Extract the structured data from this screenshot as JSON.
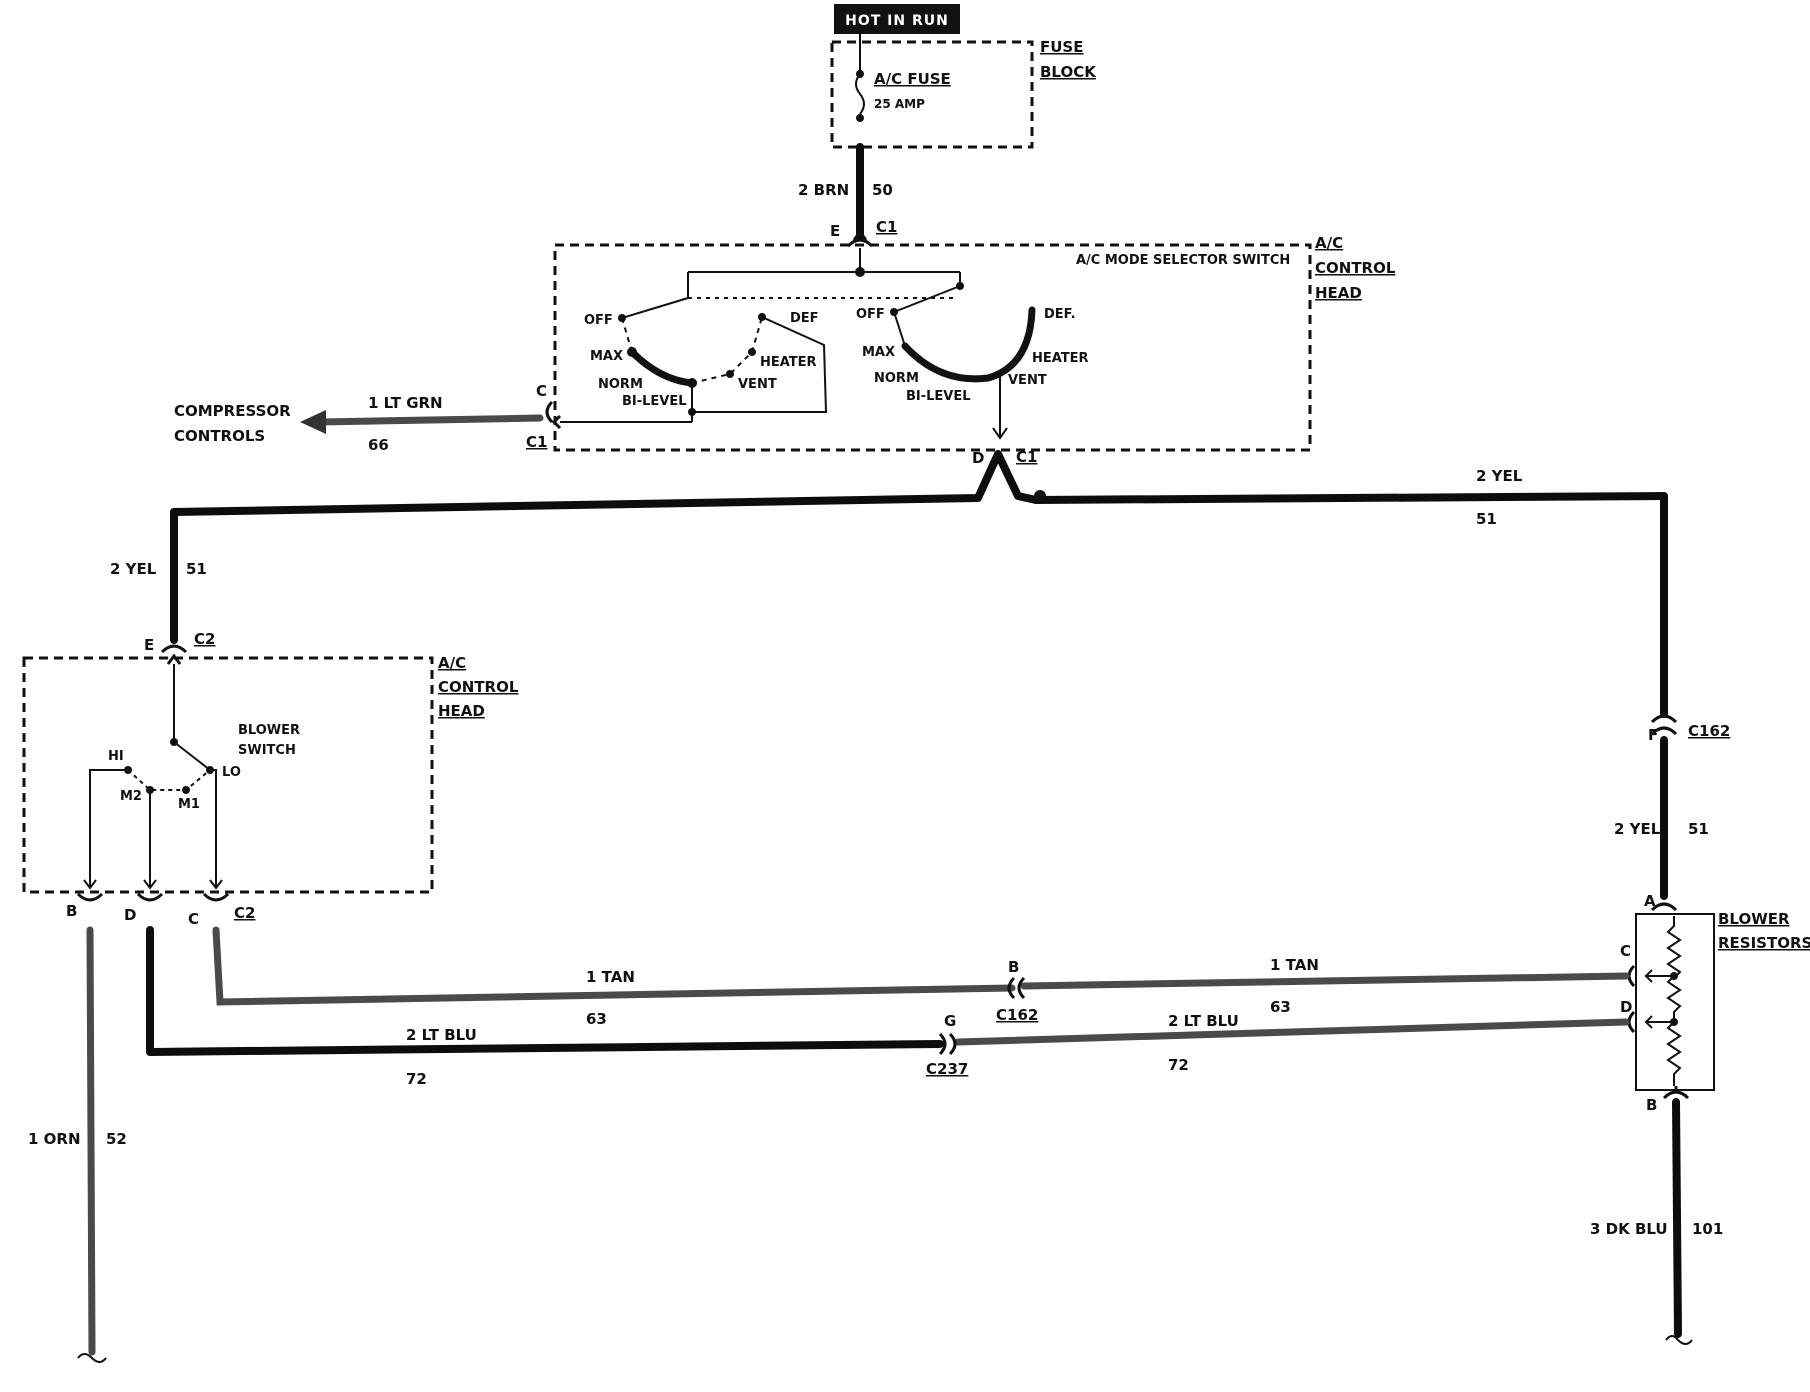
{
  "power": {
    "label": "HOT IN RUN"
  },
  "fuse_block": {
    "title_line1": "FUSE",
    "title_line2": "BLOCK",
    "fuse_name": "A/C FUSE",
    "fuse_rating": "25 AMP"
  },
  "feed_wire": {
    "size_color": "2 BRN",
    "circuit": "50",
    "pin": "E",
    "connector": "C1"
  },
  "mode_switch": {
    "title": "A/C MODE SELECTOR SWITCH",
    "head_line1": "A/C",
    "head_line2": "CONTROL",
    "head_line3": "HEAD",
    "left_positions": {
      "off": "OFF",
      "max": "MAX",
      "norm": "NORM",
      "bilevel": "BI-LEVEL",
      "vent": "VENT",
      "heater": "HEATER",
      "def": "DEF"
    },
    "right_positions": {
      "off": "OFF",
      "max": "MAX",
      "norm": "NORM",
      "bilevel": "BI-LEVEL",
      "vent": "VENT",
      "heater": "HEATER",
      "def": "DEF."
    },
    "out_pin": "C",
    "out_connector": "C1",
    "d_pin": "D",
    "d_connector": "C1"
  },
  "compressor": {
    "line1": "COMPRESSOR",
    "line2": "CONTROLS",
    "wire": "1 LT GRN",
    "circuit": "66"
  },
  "yel_top": {
    "size_color": "2 YEL",
    "circuit": "51"
  },
  "yel_left": {
    "size_color": "2 YEL",
    "circuit": "51"
  },
  "blower_head": {
    "head_line1": "A/C",
    "head_line2": "CONTROL",
    "head_line3": "HEAD",
    "switch_line1": "BLOWER",
    "switch_line2": "SWITCH",
    "hi": "HI",
    "m2": "M2",
    "m1": "M1",
    "lo": "LO",
    "in_pin": "E",
    "in_connector": "C2",
    "pin_b": "B",
    "pin_d": "D",
    "pin_c": "C",
    "out_connector": "C2"
  },
  "yel_right": {
    "connector_pin": "F",
    "connector": "C162",
    "size_color": "2 YEL",
    "circuit": "51"
  },
  "blower_resistors": {
    "line1": "BLOWER",
    "line2": "RESISTORS",
    "pin_a": "A",
    "pin_c": "C",
    "pin_d": "D",
    "pin_b": "B"
  },
  "tan_wire": {
    "left_size_color": "1 TAN",
    "left_circuit": "63",
    "right_size_color": "1 TAN",
    "right_circuit": "63",
    "inline_pin": "B",
    "inline_connector": "C162"
  },
  "ltblu_wire": {
    "left_size_color": "2 LT BLU",
    "left_circuit": "72",
    "right_size_color": "2 LT BLU",
    "right_circuit": "72",
    "inline_pin": "G",
    "inline_connector": "C237"
  },
  "orn_wire": {
    "size_color": "1 ORN",
    "circuit": "52"
  },
  "dkblu_wire": {
    "size_color": "3 DK BLU",
    "circuit": "101"
  }
}
